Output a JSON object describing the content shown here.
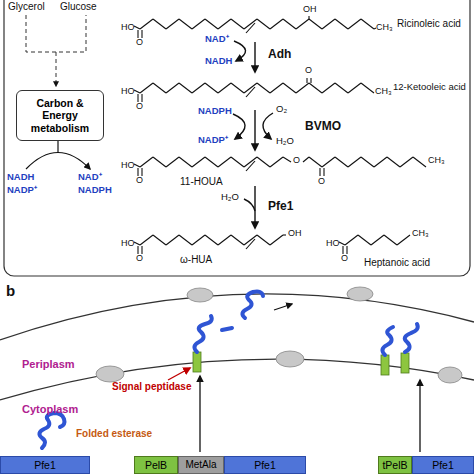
{
  "diagram": {
    "nodes": [
      {
        "text": [
          "Carbon & Energy metabolism"
        ]
      },
      {
        "text": [
          "Pfe1"
        ]
      },
      {
        "text": [
          "PelB"
        ]
      },
      {
        "text": [
          "MetAla"
        ]
      },
      {
        "text": [
          "Pfe1"
        ]
      },
      {
        "text": [
          "tPelB"
        ]
      },
      {
        "text": [
          "Pfe1"
        ]
      }
    ],
    "labels": [
      "Glycerol",
      "Glucose",
      "HO",
      "O",
      "OH",
      "CH₃",
      "Ricinoleic acid",
      "NAD⁺",
      "NADH",
      "Adh",
      "HO",
      "O",
      "O",
      "CH₃",
      "12-Ketooleic acid",
      "NADPH",
      "O₂",
      "NADP⁺",
      "H₂O",
      "BVMO",
      "HO",
      "O",
      "O",
      "O",
      "CH₃",
      "11-HOUA",
      "H₂O",
      "Pfe1",
      "HO",
      "O",
      "OH",
      "ω-HUA",
      "HO",
      "O",
      "CH₃",
      "Heptanoic acid",
      "NADH",
      "NADP⁺",
      "NAD⁺",
      "NADPH",
      "b",
      "Periplasm",
      "Signal peptidase",
      "Cytoplasm",
      "Folded esterase"
    ]
  }
}
